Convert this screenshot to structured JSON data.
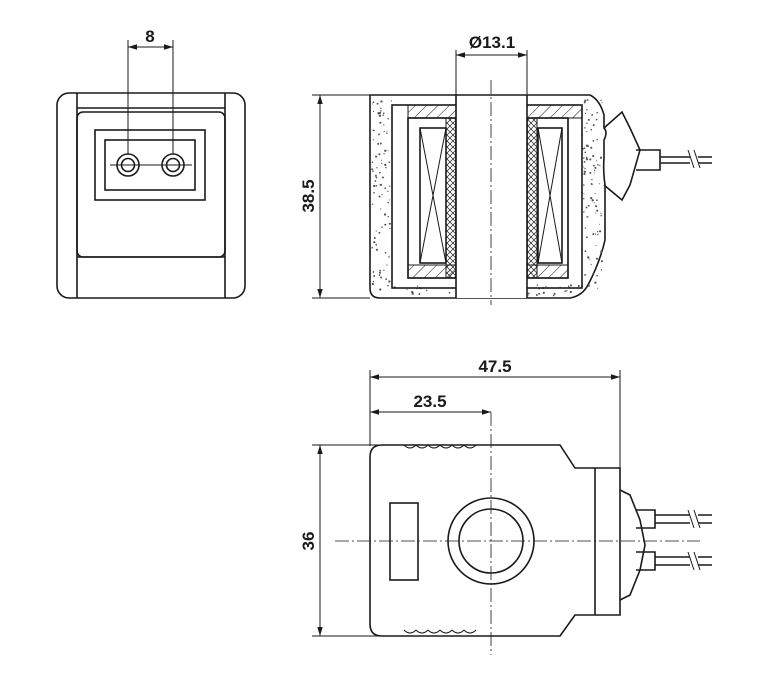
{
  "views": {
    "front": {
      "pin_spacing": "8"
    },
    "section": {
      "bore_diameter": "Ø13.1",
      "height": "38.5"
    },
    "top": {
      "overall_width": "47.5",
      "center_offset": "23.5",
      "depth": "36"
    }
  },
  "colors": {
    "line": "#1a1a1a",
    "background": "#ffffff",
    "speckle": "#555555"
  }
}
